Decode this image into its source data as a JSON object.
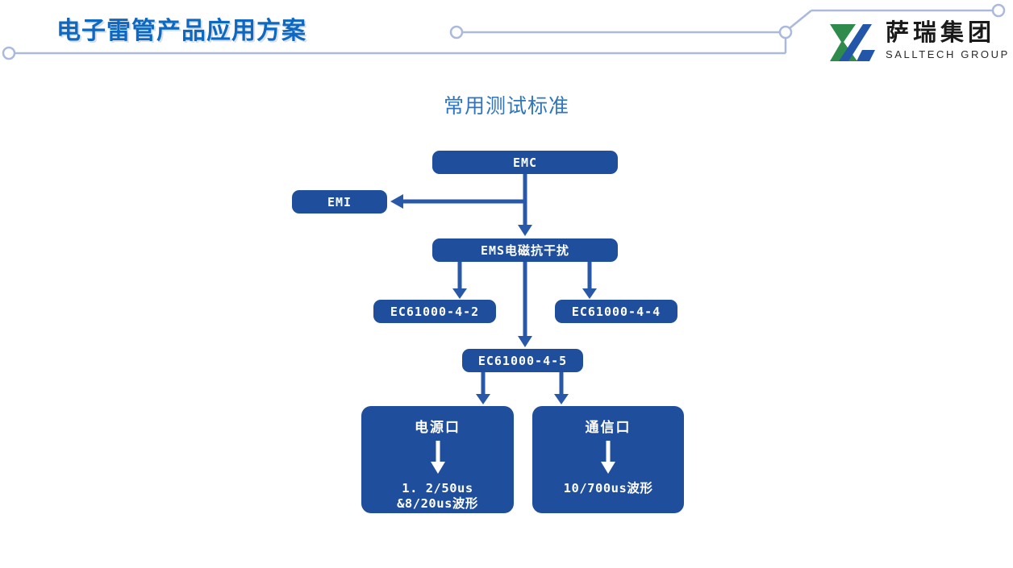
{
  "header": {
    "title": "电子雷管产品应用方案"
  },
  "logo": {
    "company_cn": "萨瑞集团",
    "company_en": "SALLTECH GROUP"
  },
  "diagram": {
    "title": "常用测试标准",
    "nodes": {
      "emc": {
        "label": "EMC"
      },
      "emi": {
        "label": "EMI"
      },
      "ems": {
        "label": "EMS电磁抗干扰"
      },
      "ec61000_4_2": {
        "label": "EC61000-4-2"
      },
      "ec61000_4_4": {
        "label": "EC61000-4-4"
      },
      "ec61000_4_5": {
        "label": "EC61000-4-5"
      },
      "power_port": {
        "label": "电源口",
        "line1": "1. 2/50us",
        "line2": "&8/20us波形"
      },
      "comm_port": {
        "label": "通信口",
        "line1": "10/700us波形",
        "line2": ""
      }
    }
  },
  "colors": {
    "box-blue": "#1f4e9c",
    "arrow-blue": "#2a58a8",
    "header-title": "#0d68c3",
    "diagram-title": "#2e75be",
    "deco-line": "#aab9dc",
    "logo-green": "#2e8b4c",
    "logo-blue": "#2355a8",
    "logo-text": "#1a1a1a"
  }
}
